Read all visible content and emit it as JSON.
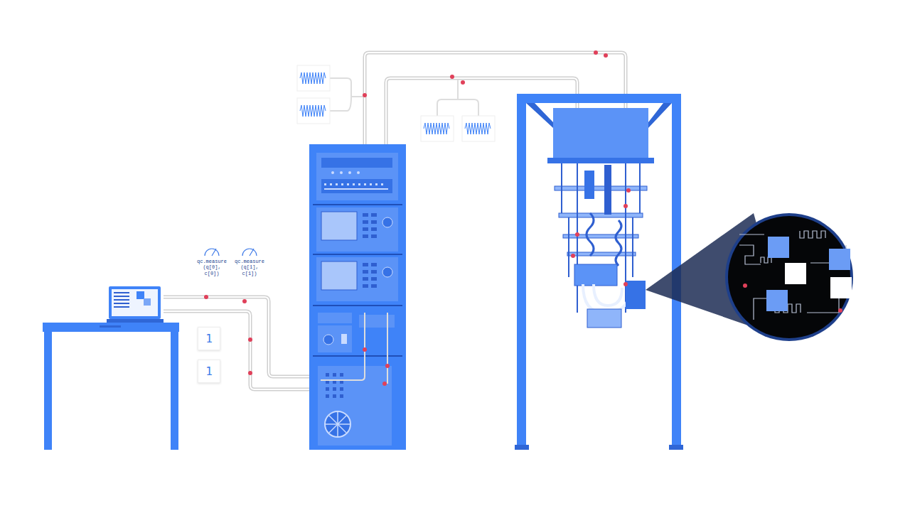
{
  "diagram": {
    "nodes": [
      {
        "text": [
          "qc.measure (q[0], c[0])"
        ]
      },
      {
        "text": [
          "qc.measure (q[1], c[1])"
        ]
      },
      {
        "text": [
          "1"
        ]
      },
      {
        "text": [
          "1"
        ]
      }
    ]
  }
}
